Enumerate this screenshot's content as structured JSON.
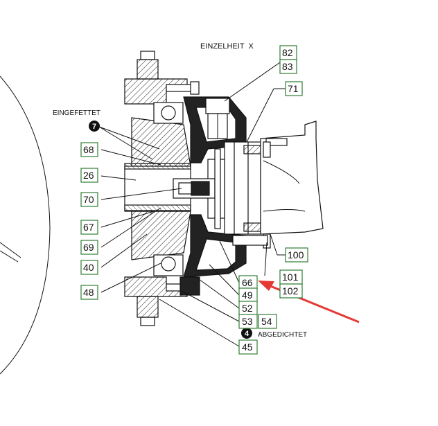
{
  "title": "EINZELHEIT  X",
  "notes": {
    "greased": "EINGEFETTET",
    "greased_marker": "7",
    "sealed": "ABGEDICHTET",
    "sealed_marker": "4"
  },
  "callouts": {
    "c82": "82",
    "c83": "83",
    "c71": "71",
    "c68": "68",
    "c26": "26",
    "c70": "70",
    "c67": "67",
    "c69": "69",
    "c40": "40",
    "c48": "48",
    "c100": "100",
    "c101": "101",
    "c102": "102",
    "c66": "66",
    "c49": "49",
    "c52": "52",
    "c53": "53",
    "c54": "54",
    "c45": "45"
  },
  "colors": {
    "callout_border": "#2e7d32",
    "arrow": "#e53935"
  }
}
